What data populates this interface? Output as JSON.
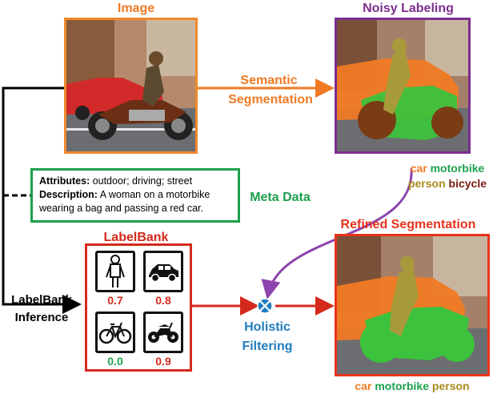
{
  "titles": {
    "image": "Image",
    "noisy": "Noisy Labeling",
    "refined": "Refined Segmentation",
    "labelbank": "LabelBank"
  },
  "arrows": {
    "semantic_line1": "Semantic",
    "semantic_line2": "Segmentation",
    "meta_data": "Meta Data",
    "inference_line1": "LabelBank",
    "inference_line2": "Inference",
    "holistic_line1": "Holistic",
    "holistic_line2": "Filtering"
  },
  "meta": {
    "attributes_key": "Attributes:",
    "attributes_value": " outdoor; driving; street",
    "description_key": "Description:",
    "description_value": " A woman on a motorbike wearing a bag and passing a red car."
  },
  "noisy_labels": [
    {
      "text": "car",
      "color": "#f07a24"
    },
    {
      "text": "motorbike",
      "color": "#1e9f4d"
    },
    {
      "text": "person",
      "color": "#a88a1a"
    },
    {
      "text": "bicycle",
      "color": "#7a1a10"
    }
  ],
  "refined_labels": [
    {
      "text": "car",
      "color": "#f07a24"
    },
    {
      "text": "motorbike",
      "color": "#1e9f4d"
    },
    {
      "text": "person",
      "color": "#a88a1a"
    }
  ],
  "labelbank_items": [
    {
      "icon": "person-icon",
      "value": "0.7",
      "color": "#d42a1c"
    },
    {
      "icon": "car-icon",
      "value": "0.8",
      "color": "#d42a1c"
    },
    {
      "icon": "bicycle-icon",
      "value": "0.0",
      "color": "#1e9f4d"
    },
    {
      "icon": "motorbike-icon",
      "value": "0.9",
      "color": "#d42a1c"
    }
  ],
  "colors": {
    "image_border": "#f08a2c",
    "noisy_border": "#7b2e8e",
    "refined_border": "#e8331c",
    "orange": "#f07a24",
    "purple": "#8e44ad",
    "red": "#d42a1c",
    "green": "#1e9f4d",
    "blue": "#1f7dc0"
  }
}
